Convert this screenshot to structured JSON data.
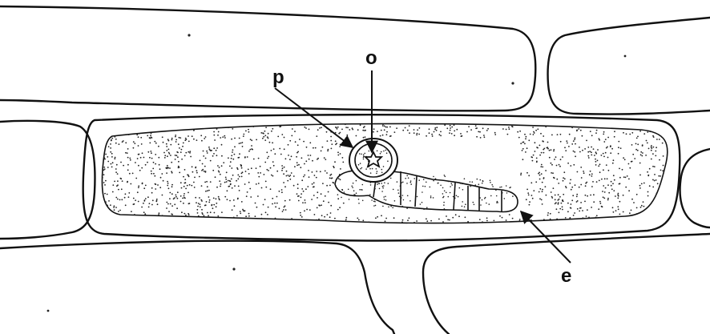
{
  "figure": {
    "labels": {
      "o": "o",
      "p": "p",
      "e": "e"
    },
    "colors": {
      "ink": "#111111",
      "background": "#ffffff",
      "stipple": "#222222"
    }
  }
}
